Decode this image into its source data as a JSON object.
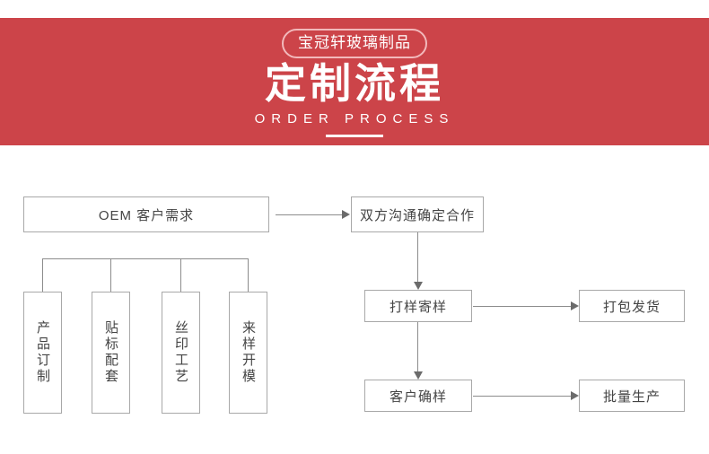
{
  "header": {
    "badge": "宝冠轩玻璃制品",
    "title": "定制流程",
    "subtitle": "ORDER PROCESS",
    "bg_color": "#cc4449",
    "text_color": "#ffffff"
  },
  "flow": {
    "border_color": "#a8a8a8",
    "line_color": "#8c8c8c",
    "text_color": "#444444",
    "nodes": {
      "oem_requirement": "OEM 客户需求",
      "product_custom": "产品订制",
      "label_matching": "贴标配套",
      "silk_printing": "丝印工艺",
      "sample_mold": "来样开模",
      "confirm_cooperation": "双方沟通确定合作",
      "sample_making": "打样寄样",
      "packing_shipping": "打包发货",
      "customer_confirm": "客户确样",
      "mass_production": "批量生产"
    }
  }
}
